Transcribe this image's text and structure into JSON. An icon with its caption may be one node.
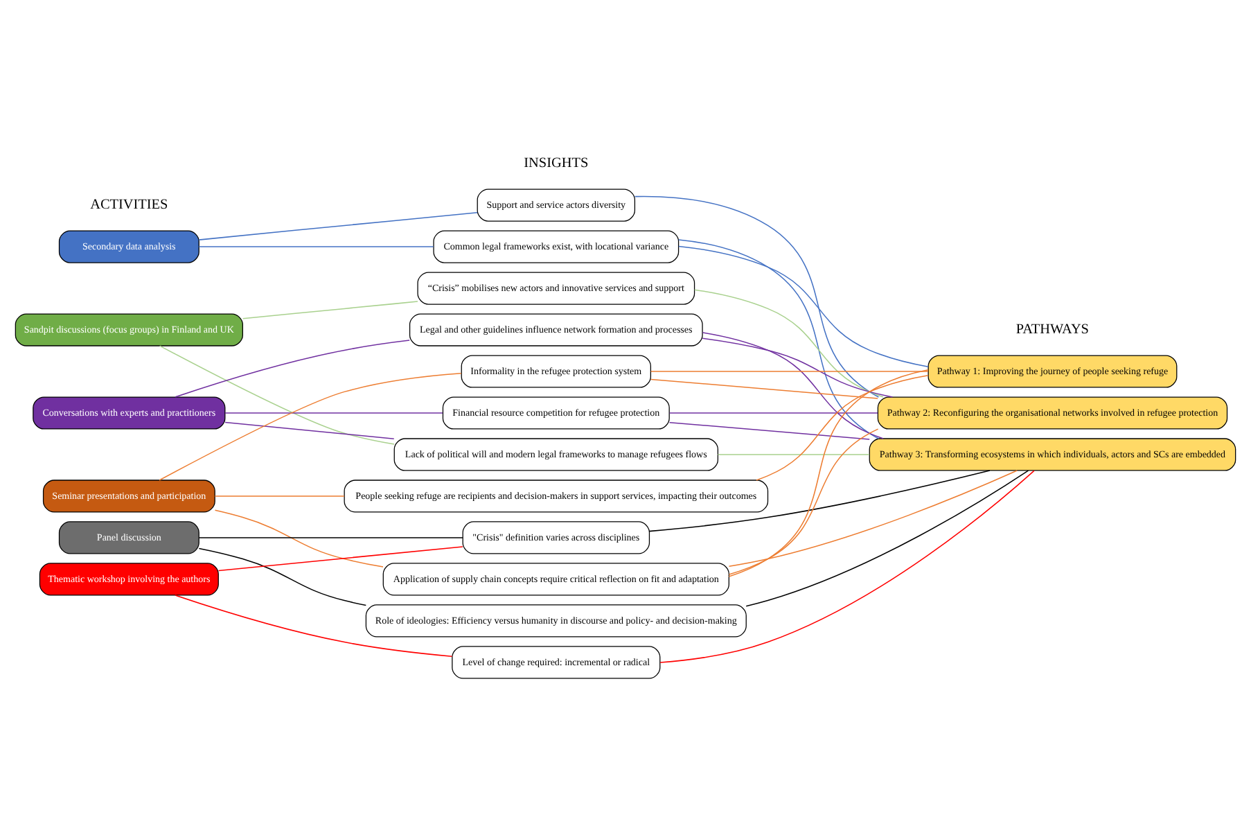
{
  "diagram": {
    "nodes": [
      {
        "text": [
          "Secondary data analysis"
        ]
      },
      {
        "text": [
          "Sandpit discussions (focus groups) in Finland and UK"
        ]
      },
      {
        "text": [
          "Conversations with experts and practitioners"
        ]
      },
      {
        "text": [
          "Seminar presentations and participation"
        ]
      },
      {
        "text": [
          "Panel discussion"
        ]
      },
      {
        "text": [
          "Thematic workshop involving the authors"
        ]
      },
      {
        "text": [
          "Support and service actors diversity"
        ]
      },
      {
        "text": [
          "Common legal frameworks exist, with locational variance"
        ]
      },
      {
        "text": [
          "“Crisis” mobilises new actors and innovative services and support"
        ]
      },
      {
        "text": [
          "Legal and other guidelines influence network formation and processes"
        ]
      },
      {
        "text": [
          "Informality in the refugee protection system"
        ]
      },
      {
        "text": [
          "Financial resource competition for refugee protection"
        ]
      },
      {
        "text": [
          "Lack of political will and modern legal frameworks to manage refugees flows"
        ]
      },
      {
        "text": [
          "People seeking refuge are recipients and decision-makers in support services, impacting their outcomes"
        ]
      },
      {
        "text": [
          "\"Crisis\" definition varies across disciplines"
        ]
      },
      {
        "text": [
          "Application of supply chain concepts require critical reflection on fit and adaptation"
        ]
      },
      {
        "text": [
          "Role of ideologies: Efficiency versus humanity in discourse and policy- and decision-making"
        ]
      },
      {
        "text": [
          "Level of change required: incremental or radical"
        ]
      },
      {
        "text": [
          "Pathway 1: Improving the journey of people seeking refuge"
        ]
      },
      {
        "text": [
          "Pathway 2: Reconfiguring the organisational networks involved in refugee protection"
        ]
      },
      {
        "text": [
          "Pathway 3: Transforming ecosystems in which individuals, actors and SCs are embedded"
        ]
      }
    ],
    "edges": [
      {
        "from": 0,
        "to": 6,
        "arrow": "none",
        "color": "#4472c4"
      },
      {
        "from": 0,
        "to": 7,
        "arrow": "none",
        "color": "#4472c4"
      },
      {
        "from": 6,
        "to": 19,
        "arrow": "none",
        "color": "#4472c4"
      },
      {
        "from": 7,
        "to": 18,
        "arrow": "none",
        "color": "#4472c4"
      },
      {
        "from": 7,
        "to": 20,
        "arrow": "none",
        "color": "#4472c4"
      },
      {
        "from": 1,
        "to": 8,
        "arrow": "none",
        "color": "#a9d18e"
      },
      {
        "from": 8,
        "to": 19,
        "arrow": "none",
        "color": "#a9d18e"
      },
      {
        "from": 1,
        "to": 12,
        "arrow": "none",
        "color": "#a9d18e"
      },
      {
        "from": 12,
        "to": 20,
        "arrow": "none",
        "color": "#a9d18e"
      },
      {
        "from": 2,
        "to": 9,
        "arrow": "none",
        "color": "#7030a0"
      },
      {
        "from": 2,
        "to": 11,
        "arrow": "none",
        "color": "#7030a0"
      },
      {
        "from": 2,
        "to": 12,
        "arrow": "none",
        "color": "#7030a0"
      },
      {
        "from": 9,
        "to": 19,
        "arrow": "none",
        "color": "#7030a0"
      },
      {
        "from": 9,
        "to": 20,
        "arrow": "none",
        "color": "#7030a0"
      },
      {
        "from": 11,
        "to": 19,
        "arrow": "none",
        "color": "#7030a0"
      },
      {
        "from": 11,
        "to": 20,
        "arrow": "none",
        "color": "#7030a0"
      },
      {
        "from": 3,
        "to": 10,
        "arrow": "none"
      },
      {
        "from": 3,
        "to": 13,
        "arrow": "none"
      },
      {
        "from": 3,
        "to": 15,
        "arrow": "none"
      },
      {
        "from": 10,
        "to": 18,
        "arrow": "none"
      },
      {
        "from": 10,
        "to": 19,
        "arrow": "none"
      },
      {
        "from": 13,
        "to": 18,
        "arrow": "none"
      },
      {
        "from": 15,
        "to": 18,
        "arrow": "none"
      },
      {
        "from": 15,
        "to": 19,
        "arrow": "none"
      },
      {
        "from": 15,
        "to": 20,
        "arrow": "none"
      },
      {
        "from": 4,
        "to": 14,
        "arrow": "none",
        "color": "#000000"
      },
      {
        "from": 4,
        "to": 16,
        "arrow": "none",
        "color": "#000000"
      },
      {
        "from": 14,
        "to": 20,
        "arrow": "none",
        "color": "#000000"
      },
      {
        "from": 16,
        "to": 20,
        "arrow": "none",
        "color": "#000000"
      },
      {
        "from": 5,
        "to": 14,
        "arrow": "none",
        "color": "#ff0000"
      },
      {
        "from": 5,
        "to": 17,
        "arrow": "none",
        "color": "#ff0000"
      },
      {
        "from": 17,
        "to": 20,
        "arrow": "none",
        "color": "#ff0000"
      }
    ],
    "labels": [
      "INSIGHTS",
      "PATHWAYS",
      "ACTIVITIES"
    ]
  }
}
